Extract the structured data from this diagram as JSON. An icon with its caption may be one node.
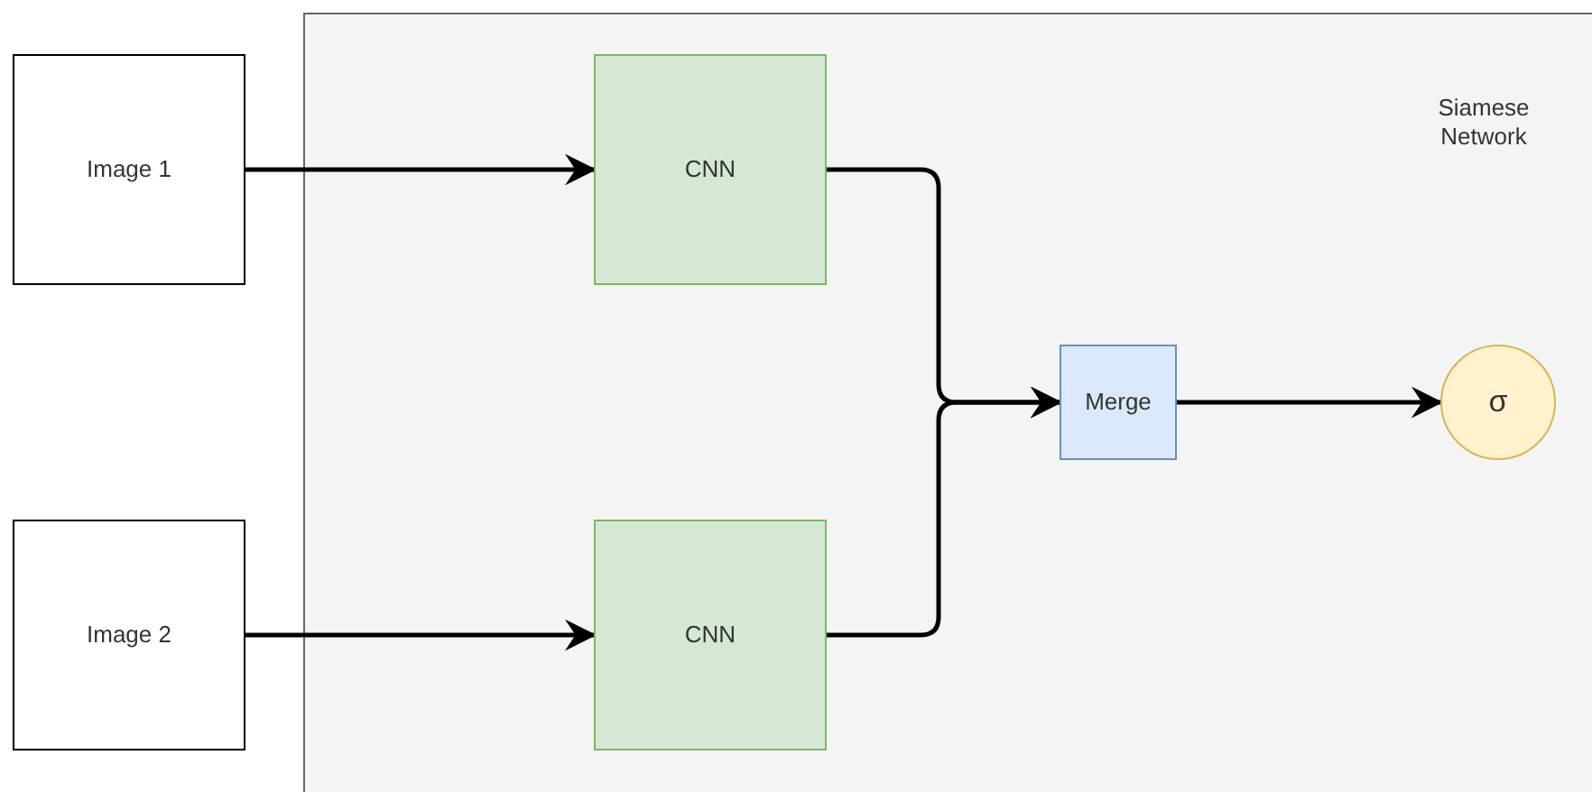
{
  "diagram": {
    "nodes": [
      {
        "text": [
          "Image 1"
        ]
      },
      {
        "text": [
          "Image 2"
        ]
      },
      {
        "text": [
          "Siamese Network"
        ]
      },
      {
        "text": [
          "CNN"
        ],
        "in": 2
      },
      {
        "text": [
          "CNN"
        ],
        "in": 2
      },
      {
        "text": [
          "Merge"
        ],
        "in": 2
      },
      {
        "text": [
          "σ"
        ],
        "in": 2
      }
    ],
    "edges": [
      {
        "from": 0,
        "to": 3,
        "arrow": "to"
      },
      {
        "from": 1,
        "to": 4,
        "arrow": "to"
      },
      {
        "from": 3,
        "to": 5,
        "arrow": "to"
      },
      {
        "from": 4,
        "to": 5,
        "arrow": "to"
      },
      {
        "from": 5,
        "to": 6,
        "arrow": "to"
      }
    ]
  }
}
